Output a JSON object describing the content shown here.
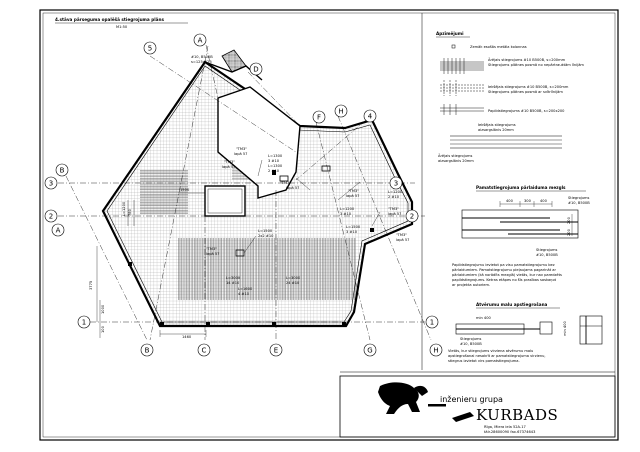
{
  "drawing": {
    "title": "4.stāva pārseguma opalēšā stiegrojuma plāns",
    "scale": "M1:50"
  },
  "axes": {
    "bubbles": [
      {
        "id": "A-top",
        "label": "A"
      },
      {
        "id": "5-top",
        "label": "5"
      },
      {
        "id": "D-top",
        "label": "D"
      },
      {
        "id": "F-top",
        "label": "F"
      },
      {
        "id": "H-top",
        "label": "H"
      },
      {
        "id": "4-top",
        "label": "4"
      },
      {
        "id": "3-left",
        "label": "3"
      },
      {
        "id": "B-left",
        "label": "B"
      },
      {
        "id": "2-left",
        "label": "2"
      },
      {
        "id": "A-left",
        "label": "A"
      },
      {
        "id": "1-left",
        "label": "1"
      },
      {
        "id": "3-right",
        "label": "3"
      },
      {
        "id": "2-right",
        "label": "2"
      },
      {
        "id": "1-right",
        "label": "1"
      },
      {
        "id": "B-bot",
        "label": "B"
      },
      {
        "id": "C-bot",
        "label": "C"
      },
      {
        "id": "E-bot",
        "label": "E"
      },
      {
        "id": "G-bot",
        "label": "G"
      },
      {
        "id": "H-bot",
        "label": "H"
      }
    ]
  },
  "plan_labels": {
    "opening_top": "#10, B500B",
    "opening_top2": "s=125x125",
    "tm3_a": "\"TM3\"",
    "tm3_a2": "lapā 57",
    "tm3_b": "\"TM3\"",
    "tm3_b2": "lapā 57",
    "tm3_c": "\"TM3\"",
    "tm3_c2": "lapā 57",
    "tm3_d": "\"TM3\"",
    "tm3_d2": "lapā 57",
    "tm3_e": "\"TM3\"",
    "tm3_e2": "lapā 57",
    "tm3_f": "\"TM3\"",
    "tm3_f2": "lapā 57",
    "tm3_g": "\"TM3\"",
    "tm3_g2": "lapā 57",
    "bar_l1": "L=1300",
    "bar_l1b": "3 #10",
    "bar_l2": "L=1300",
    "bar_l2b": "2 #10",
    "bar_l3": "L=1200",
    "bar_l3b": "2 #10",
    "bar_l4": "L=1200",
    "bar_l4b": "3 #10",
    "bar_l5": "L=1500",
    "bar_l5b": "2x2 #10",
    "bar_l6": "L=3000",
    "bar_l6b": "14 #10",
    "bar_l7": "L=3000",
    "bar_l7b": "24 #10",
    "bar_l8": "L=1600",
    "bar_l8b": "4 #10",
    "bar_l9": "L=1500",
    "bar_l9b": "3 #10",
    "dim_1500": "1500",
    "dim_1460": "1460",
    "dim_3775": "3775",
    "dim_1200": "L=1200",
    "dim_780": "780",
    "dim_1000": "1000",
    "dim_100": "100"
  },
  "legend": {
    "title": "Apzīmējumi",
    "item1": "Zemāk esošās metāla kolonnas",
    "item2a": "Ārējais stiegrojums #10 B500B, s=200mm",
    "item2b": "Stiegrojums plātnes posmā no nepārtrauktām līnijām",
    "item3a": "Iekšējais stiegrojums #10 B500B, s=200mm",
    "item3b": "Stiegrojums plātnes posmā ar svītrlīnijām",
    "item4": "Papildstiegrojums #10 B500B, s=200x200",
    "item5a": "Iekšējais stiegrojums",
    "item5b": "aizsargslānis 20mm",
    "item6a": "Ārējais stiegrojums",
    "item6b": "aizsargslānis 20mm"
  },
  "detail1": {
    "title": "Pamatstiegrojuma pārlaiduma mezgls",
    "label1": "Stiegrojums",
    "label1b": "#10, B500B",
    "label2": "Stiegrojums",
    "label2b": "#10, B500B",
    "d400a": "400",
    "d300": "300",
    "d400b": "400",
    "d200a": "200",
    "d200b": "200",
    "note1": "Papildstiegrojumu ievietot pa visu pamatstiegrojumu bez",
    "note2": "pārlaidumiem. Pamatstiegrojumu pieļaujams pagarināt ar",
    "note3": "pārlaidumiem (kā norādīts mezglā) vietās, kur nav paredzēts",
    "note4": "papildstiegrojums. Ketras etāpes no šīs prasības saskaņot",
    "note5": "ar projekta autoriem."
  },
  "detail2": {
    "title": "Atvērumu malu apstiegrošana",
    "min": "min 400",
    "minb": "min 400",
    "label1": "Stiegrojums",
    "label1b": "#10, B500B",
    "note1": "Vietās, kur stiegrojums virziena atvērumu malu",
    "note2": "apstiegrošanai nesakrīt ar pamatstiegrojuma virzienu,",
    "note3": "stiegrus izvietot virs pamatstiegrojuma."
  },
  "titleblock": {
    "group": "inženieru grupa",
    "brand": "KURBADS",
    "address": "Rīga, Miera iela 52A-17",
    "phone": "tālr.28600090 fax.67374643"
  }
}
